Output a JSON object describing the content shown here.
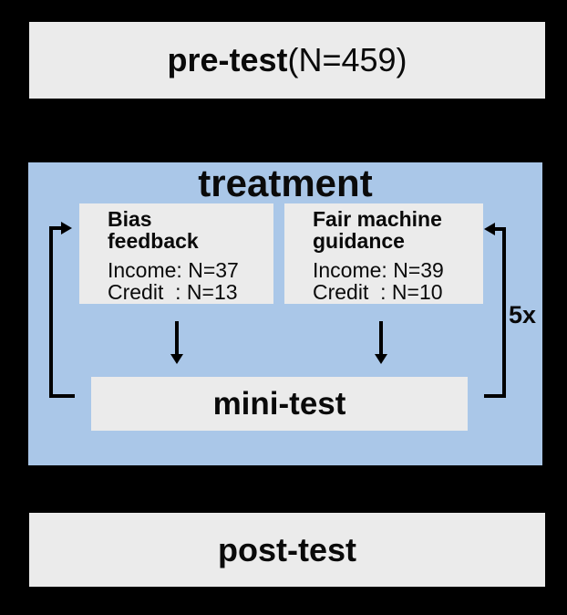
{
  "colors": {
    "background": "#000000",
    "box_gray": "#ebebeb",
    "treatment_blue": "#aac7e8",
    "text": "#0a0a0a",
    "arrow": "#000000"
  },
  "pretest": {
    "title_bold": "pre-test",
    "title_suffix": " (N=459)"
  },
  "treatment": {
    "title": "treatment",
    "loop_count_label": "5x",
    "conditions": [
      {
        "name": "Bias\nfeedback",
        "stats": "Income: N=37\nCredit  : N=13"
      },
      {
        "name": "Fair machine\nguidance",
        "stats": "Income: N=39\nCredit  : N=10"
      }
    ],
    "minitest_label": "mini-test"
  },
  "posttest": {
    "title": "post-test"
  }
}
